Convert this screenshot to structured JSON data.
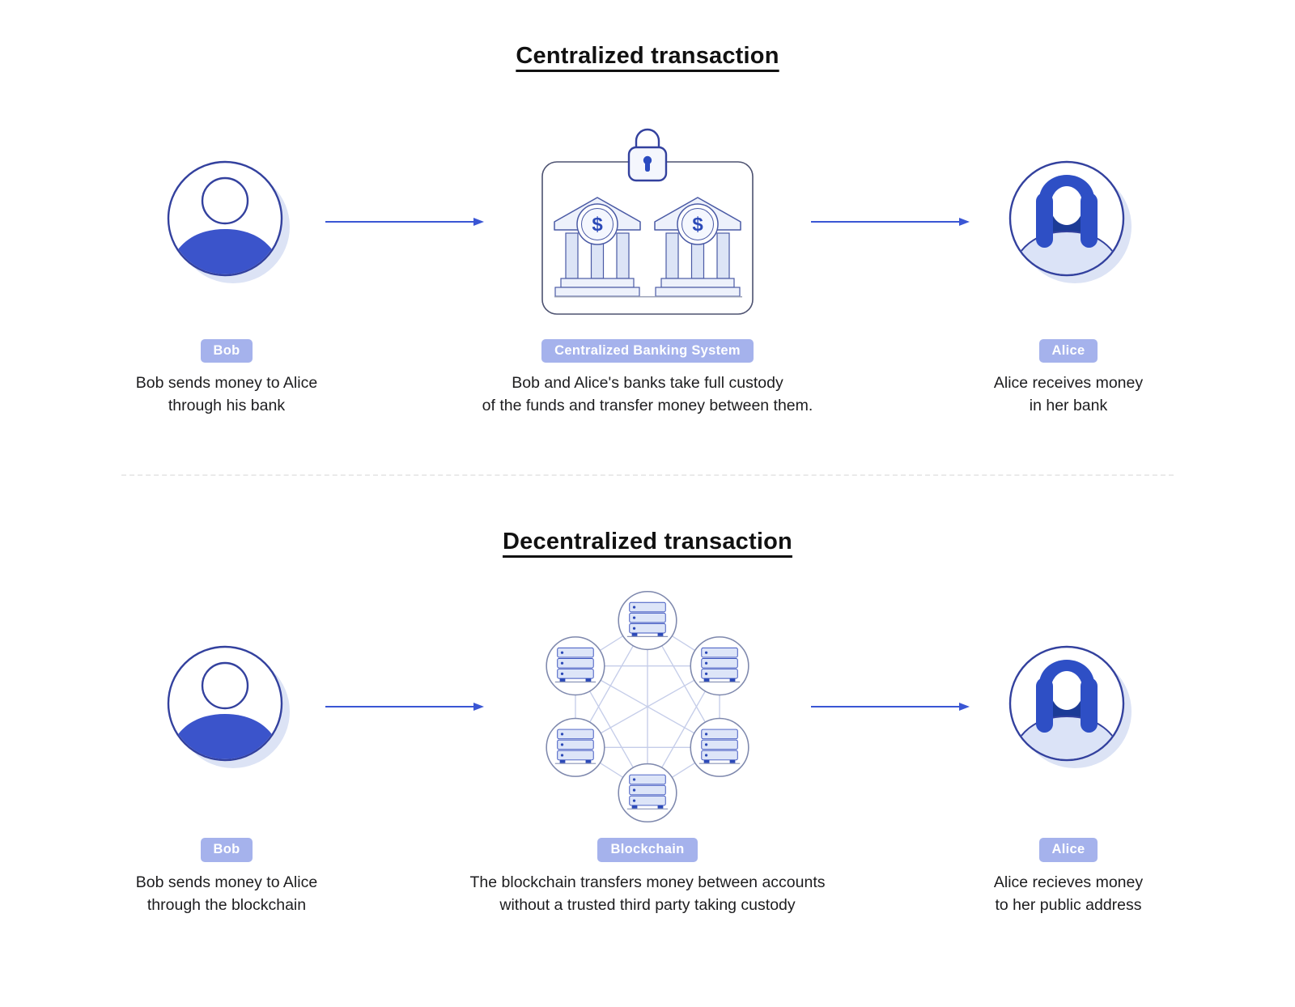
{
  "icons": {
    "dollar_sign": "$"
  },
  "palette": {
    "accent_blue": "#3a56d4",
    "body_fill_blue": "#3b54cb",
    "hair_blue": "#2e4fc5",
    "dark_navy": "#1c3b96",
    "outline_navy": "#33419e",
    "pill_background": "#a5b2ec",
    "pill_text": "#ffffff",
    "light_lavender": "#dce3f5",
    "bank_fill": "#edf1fb",
    "bank_stroke": "#4a5aa5",
    "node_stroke": "#7e88ad",
    "network_edge": "#c5cde9",
    "text_color": "#1d1d1f"
  },
  "sections": [
    {
      "title": "Centralized transaction",
      "left": {
        "label": "Bob",
        "caption": "Bob sends money to Alice\nthrough his bank"
      },
      "center": {
        "label": "Centralized Banking System",
        "caption": "Bob and Alice's banks take full custody\nof the funds and transfer money between them."
      },
      "right": {
        "label": "Alice",
        "caption": "Alice receives money\nin her bank"
      }
    },
    {
      "title": "Decentralized transaction",
      "left": {
        "label": "Bob",
        "caption": "Bob sends money to Alice\nthrough the blockchain"
      },
      "center": {
        "label": "Blockchain",
        "caption": "The blockchain transfers money between accounts\nwithout a trusted third party taking custody"
      },
      "right": {
        "label": "Alice",
        "caption": "Alice recieves money\nto her public address"
      }
    }
  ]
}
